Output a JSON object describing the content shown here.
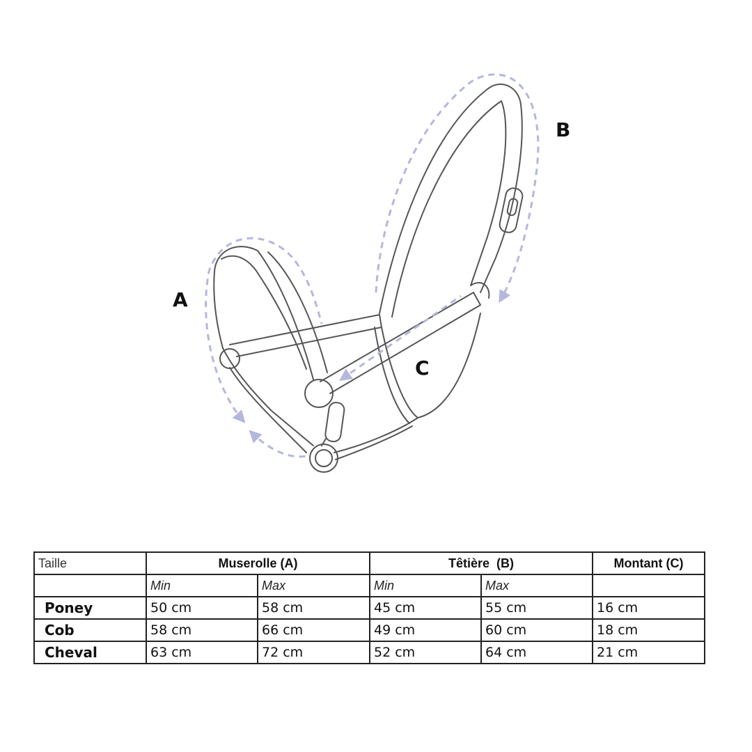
{
  "diagram": {
    "labels": {
      "a": "A",
      "b": "B",
      "c": "C"
    },
    "colors": {
      "strap_outline": "#555555",
      "measure_dash": "#b4b7de"
    }
  },
  "table": {
    "header": {
      "taille": "Taille",
      "muserolle": "Muserolle (A)",
      "tetiere": "Têtière  (B)",
      "montant": "Montant (C)"
    },
    "subheader": {
      "muserolle_min": "Min",
      "muserolle_max": "Max",
      "tetiere_min": "Min",
      "tetiere_max": "Max"
    },
    "rows": [
      {
        "name": "Poney",
        "muserolle_min": "50 cm",
        "muserolle_max": "58 cm",
        "tetiere_min": "45 cm",
        "tetiere_max": "55 cm",
        "montant": "16 cm"
      },
      {
        "name": "Cob",
        "muserolle_min": "58 cm",
        "muserolle_max": "66 cm",
        "tetiere_min": "49 cm",
        "tetiere_max": "60 cm",
        "montant": "18 cm"
      },
      {
        "name": "Cheval",
        "muserolle_min": "63 cm",
        "muserolle_max": "72 cm",
        "tetiere_min": "52 cm",
        "tetiere_max": "64 cm",
        "montant": "21 cm"
      }
    ]
  }
}
